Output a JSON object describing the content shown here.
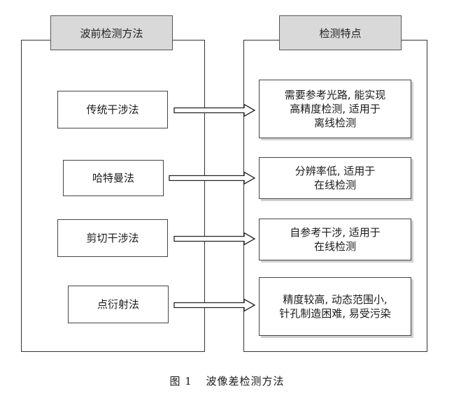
{
  "left_panel": {
    "header": "波前检测方法",
    "methods": [
      "传统干涉法",
      "哈特曼法",
      "剪切干涉法",
      "点衍射法"
    ]
  },
  "right_panel": {
    "header": "检测特点",
    "features": [
      "需要参考光路, 能实现\n高精度检测, 适用于\n离线检测",
      "分辨率低, 适用于\n在线检测",
      "自参考干涉, 适用于\n在线检测",
      "精度较高, 动态范围小,\n针孔制造困难, 易受污染"
    ]
  },
  "caption": {
    "figure_number": "图 1",
    "title": "波像差检测方法"
  }
}
